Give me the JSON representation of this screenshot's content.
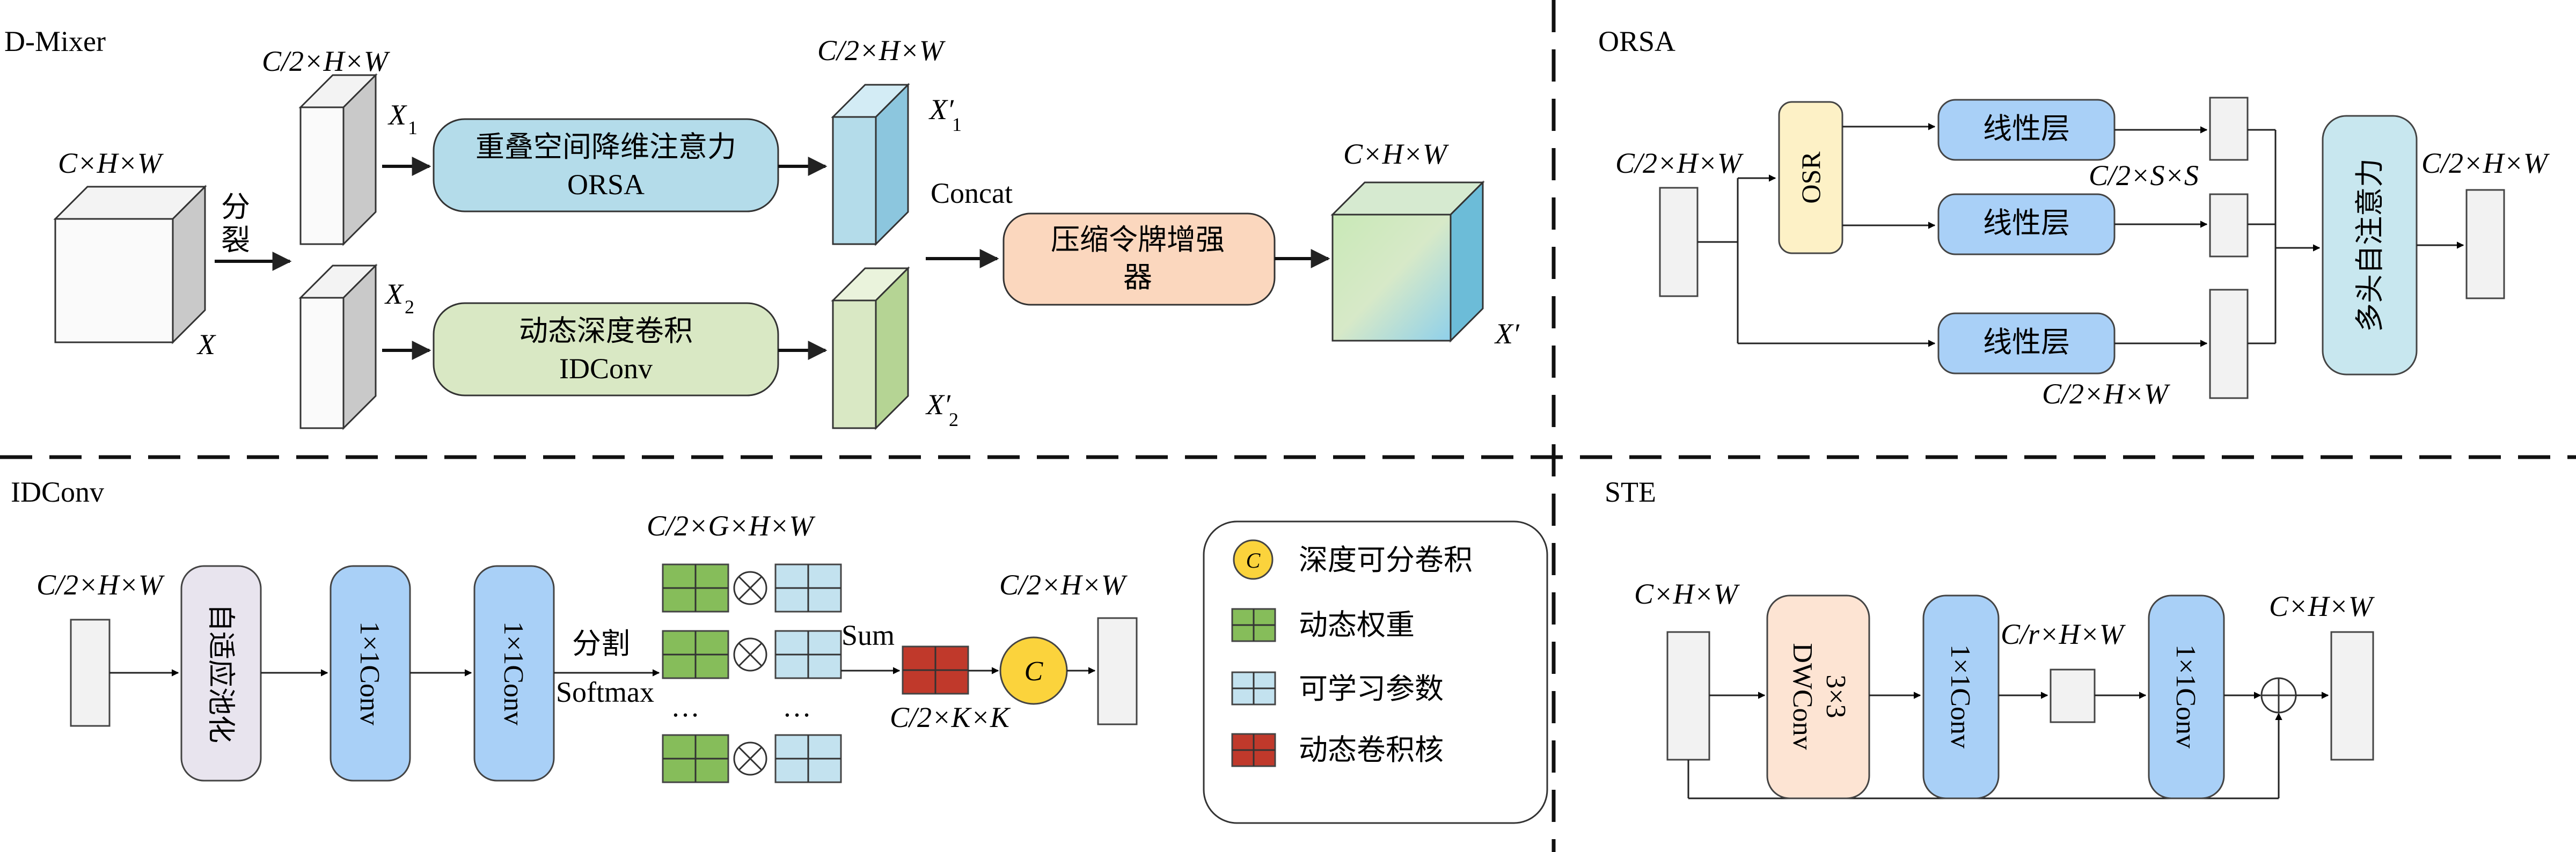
{
  "panels": {
    "dmixer": {
      "title": "D-Mixer",
      "input_dim": "C×H×W",
      "input_label": "X",
      "split_label_1": "分",
      "split_label_2": "裂",
      "half_dim_top": "C/2×H×W",
      "x1_label": "X",
      "x1_sub": "1",
      "x2_label": "X",
      "x2_sub": "2",
      "orsa_line1": "重叠空间降维注意力",
      "orsa_line2": "ORSA",
      "idconv_line1": "动态深度卷积",
      "idconv_line2": "IDConv",
      "out_dim_top": "C/2×H×W",
      "x1p_label": "X′",
      "x1p_sub": "1",
      "x2p_label": "X′",
      "x2p_sub": "2",
      "concat_label": "Concat",
      "ste_line1": "压缩令牌增强",
      "ste_line2": "器",
      "final_dim": "C×H×W",
      "final_label": "X′"
    },
    "orsa": {
      "title": "ORSA",
      "input_dim": "C/2×H×W",
      "osr_label": "OSR",
      "linear_1": "线性层",
      "linear_2": "线性层",
      "linear_3": "线性层",
      "reduced_dim": "C/2×S×S",
      "full_dim": "C/2×H×W",
      "mha_label": "多头自注意力",
      "output_dim": "C/2×H×W"
    },
    "idconv": {
      "title": "IDConv",
      "input_dim": "C/2×H×W",
      "pool_label": "自适应池化",
      "conv1_label": "1×1Conv",
      "conv2_label": "1×1Conv",
      "split_label": "分割",
      "softmax_label": "Softmax",
      "group_dim": "C/2×G×H×W",
      "sum_label": "Sum",
      "dots_left": "…",
      "dots_right": "…",
      "kernel_dim": "C/2×K×K",
      "output_dim": "C/2×H×W",
      "circle_c": "C"
    },
    "legend": {
      "items": [
        {
          "label": "深度可分卷积",
          "symbol": "C"
        },
        {
          "label": "动态权重"
        },
        {
          "label": "可学习参数"
        },
        {
          "label": "动态卷积核"
        }
      ]
    },
    "ste": {
      "title": "STE",
      "input_dim": "C×H×W",
      "dw_line1": "3×3",
      "dw_line2": "DWConv",
      "conv1_label": "1×1Conv",
      "mid_dim": "C/r×H×W",
      "conv2_label": "1×1Conv",
      "output_dim": "C×H×W"
    }
  },
  "colors": {
    "orsa_fill": "#b4dcea",
    "idconv_fill": "#d9e8c4",
    "ste_fill": "#fbd7be",
    "osr_fill": "#fdf1c6",
    "linear_fill": "#a9d0f7",
    "mha_fill": "#c8e7ef",
    "conv_fill": "#a9d0f7",
    "pool_fill": "#e8e4ee",
    "dw_fill": "#fde4d3",
    "green_fill": "#86bd5a",
    "blue_fill": "#c3e2ef",
    "red_fill": "#c0392b",
    "circle_fill": "#fbd33c"
  }
}
